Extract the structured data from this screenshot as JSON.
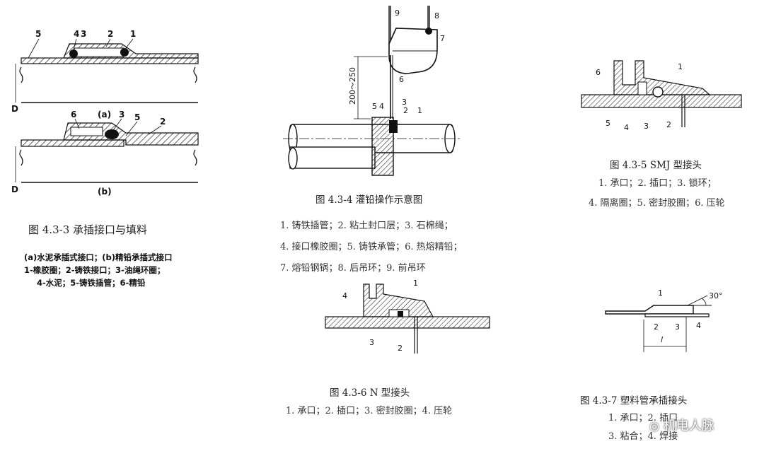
{
  "fig33": {
    "title": "图 4.3-3 承插接口与填料",
    "sub_a": "(a)",
    "sub_b": "(b)",
    "dim": "D",
    "labels_a": [
      "5",
      "4",
      "3",
      "2",
      "1"
    ],
    "labels_b": [
      "6",
      "3",
      "5",
      "2"
    ],
    "legend": [
      "(a)水泥承插式接口；(b)精铅承插式接口",
      "1-橡胶圈；2-铸铁接口；3-油绳环圈；",
      "4-水泥；5-铸铁插管；6-精铅"
    ]
  },
  "fig34": {
    "title": "图 4.3-4 灌铅操作示意图",
    "dim": "200～250",
    "labels": [
      "9",
      "8",
      "7",
      "6",
      "5",
      "4",
      "3",
      "2",
      "1"
    ],
    "legend": [
      "1. 铸铁插管；2. 粘土封口层；3. 石棉绳；",
      "4. 接口橡胶圈；5. 铸铁承管；6. 热熔精铅；",
      "7. 熔铅钢锅；8. 后吊环；9. 前吊环"
    ]
  },
  "fig35": {
    "title": "图 4.3-5 SMJ 型接头",
    "labels": [
      "6",
      "1",
      "5",
      "4",
      "3",
      "2"
    ],
    "legend": [
      "1. 承口；2. 插口；3. 锁环；",
      "4. 隔离圈；5. 密封胶圈；6. 压轮"
    ]
  },
  "fig36": {
    "title": "图 4.3-6  N 型接头",
    "labels": [
      "4",
      "1",
      "3",
      "2"
    ],
    "legend": [
      "1. 承口；2. 插口；3. 密封胶圈；4. 压轮"
    ]
  },
  "fig37": {
    "title": "图 4.3-7  塑料管承插接头",
    "labels": [
      "1",
      "30°",
      "2",
      "3",
      "4",
      "l"
    ],
    "legend": [
      "1. 承口；2. 插口",
      "3. 粘合；4. 焊接"
    ]
  },
  "watermark": "机电人脉"
}
